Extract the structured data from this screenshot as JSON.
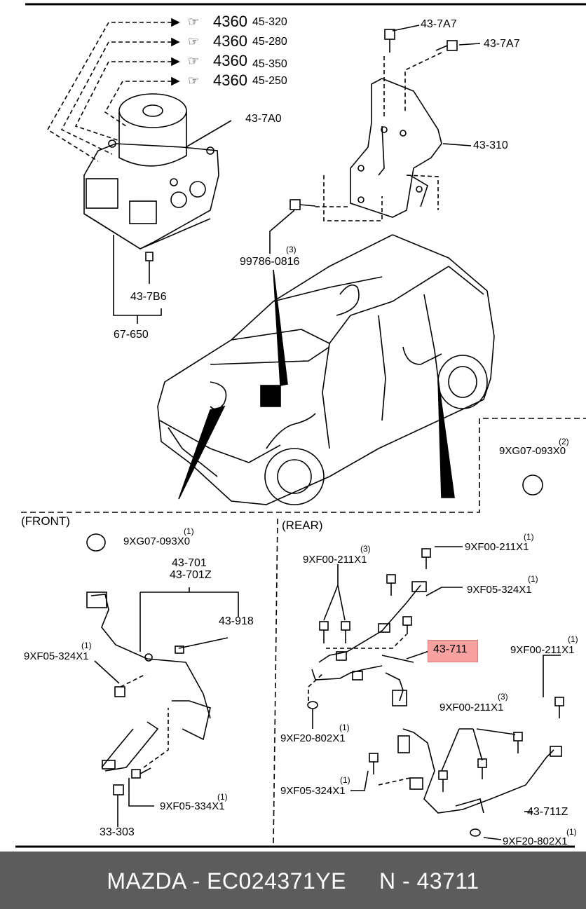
{
  "refs": {
    "r4360": "4360",
    "r45320": "45-320",
    "r45280": "45-280",
    "r45350": "45-350",
    "r45250": "45-250"
  },
  "labels": {
    "l437A7a": "43-7A7",
    "l437A7b": "43-7A7",
    "l437A0": "43-7A0",
    "l43310": "43-310",
    "l99786": "99786-0816",
    "q99786": "(3)",
    "l437B6": "43-7B6",
    "l67650": "67-650",
    "l9XG07r": "9XG07-093X0",
    "q9XG07r": "(2)",
    "front_title": "(FRONT)",
    "rear_title": "(REAR)",
    "l9XG07f": "9XG07-093X0",
    "q9XG07f": "(1)",
    "l43701": "43-701",
    "l43701Z": "43-701Z",
    "l43918": "43-918",
    "l9XF05f": "9XF05-324X1",
    "q9XF05f": "(1)",
    "l9XF05_334": "9XF05-334X1",
    "q9XF05_334": "(1)",
    "l33303": "33-303",
    "l9XF00a": "9XF00-211X1",
    "q9XF00a": "(3)",
    "l9XF00b": "9XF00-211X1",
    "q9XF00b": "(1)",
    "l9XF05r": "9XF05-324X1",
    "q9XF05r": "(1)",
    "l43711": "43-711",
    "l9XF00c": "9XF00-211X1",
    "q9XF00c": "(1)",
    "l9XF20a": "9XF20-802X1",
    "q9XF20a": "(1)",
    "l9XF00d": "9XF00-211X1",
    "q9XF00d": "(3)",
    "l9XF05r2": "9XF05-324X1",
    "q9XF05r2": "(1)",
    "l43711Z": "43-711Z",
    "l9XF20b": "9XF20-802X1",
    "q9XF20b": "(1)"
  },
  "footer": {
    "text": "MAZDA - EC024371YE     N - 43711"
  },
  "highlight_color": "#f7a1a1"
}
